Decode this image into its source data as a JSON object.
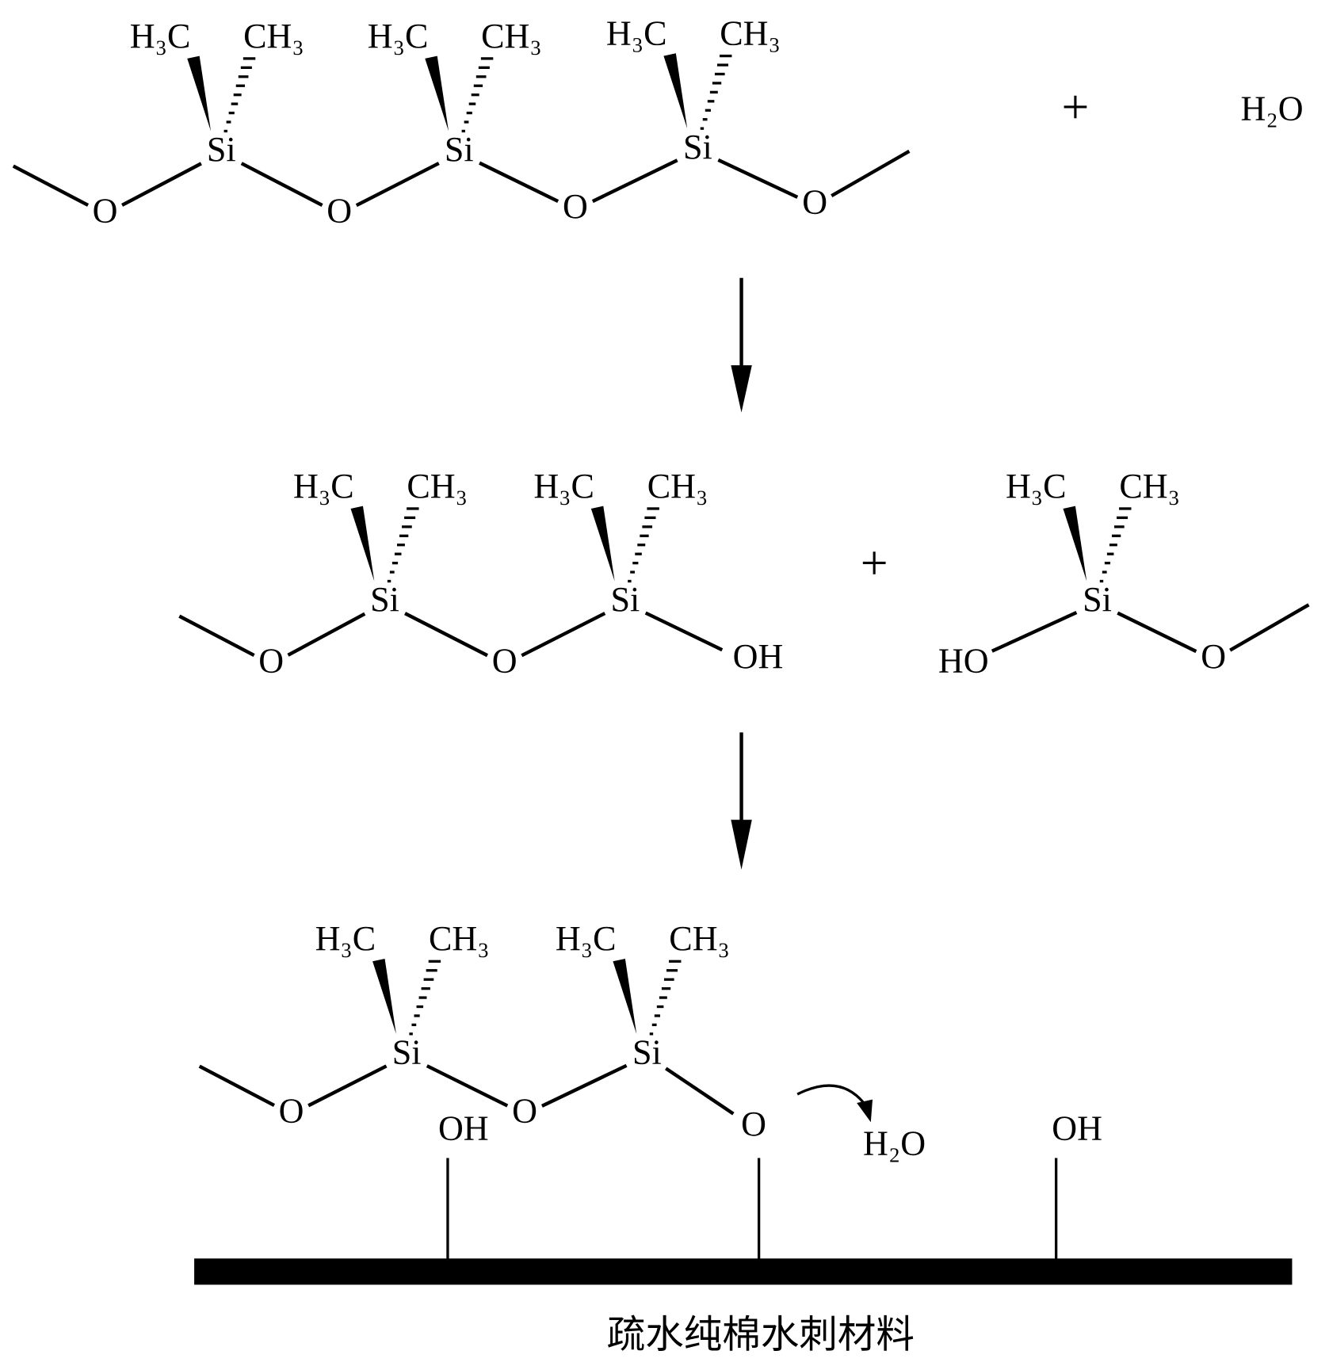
{
  "labels": {
    "methyl_left": "H₃C",
    "methyl_right": "CH₃",
    "silicon": "Si",
    "oxygen": "O",
    "hydroxyl_right": "OH",
    "hydroxyl_left": "HO",
    "water": "H₂O",
    "plus": "+"
  },
  "caption": "疏水纯棉水刺材料"
}
